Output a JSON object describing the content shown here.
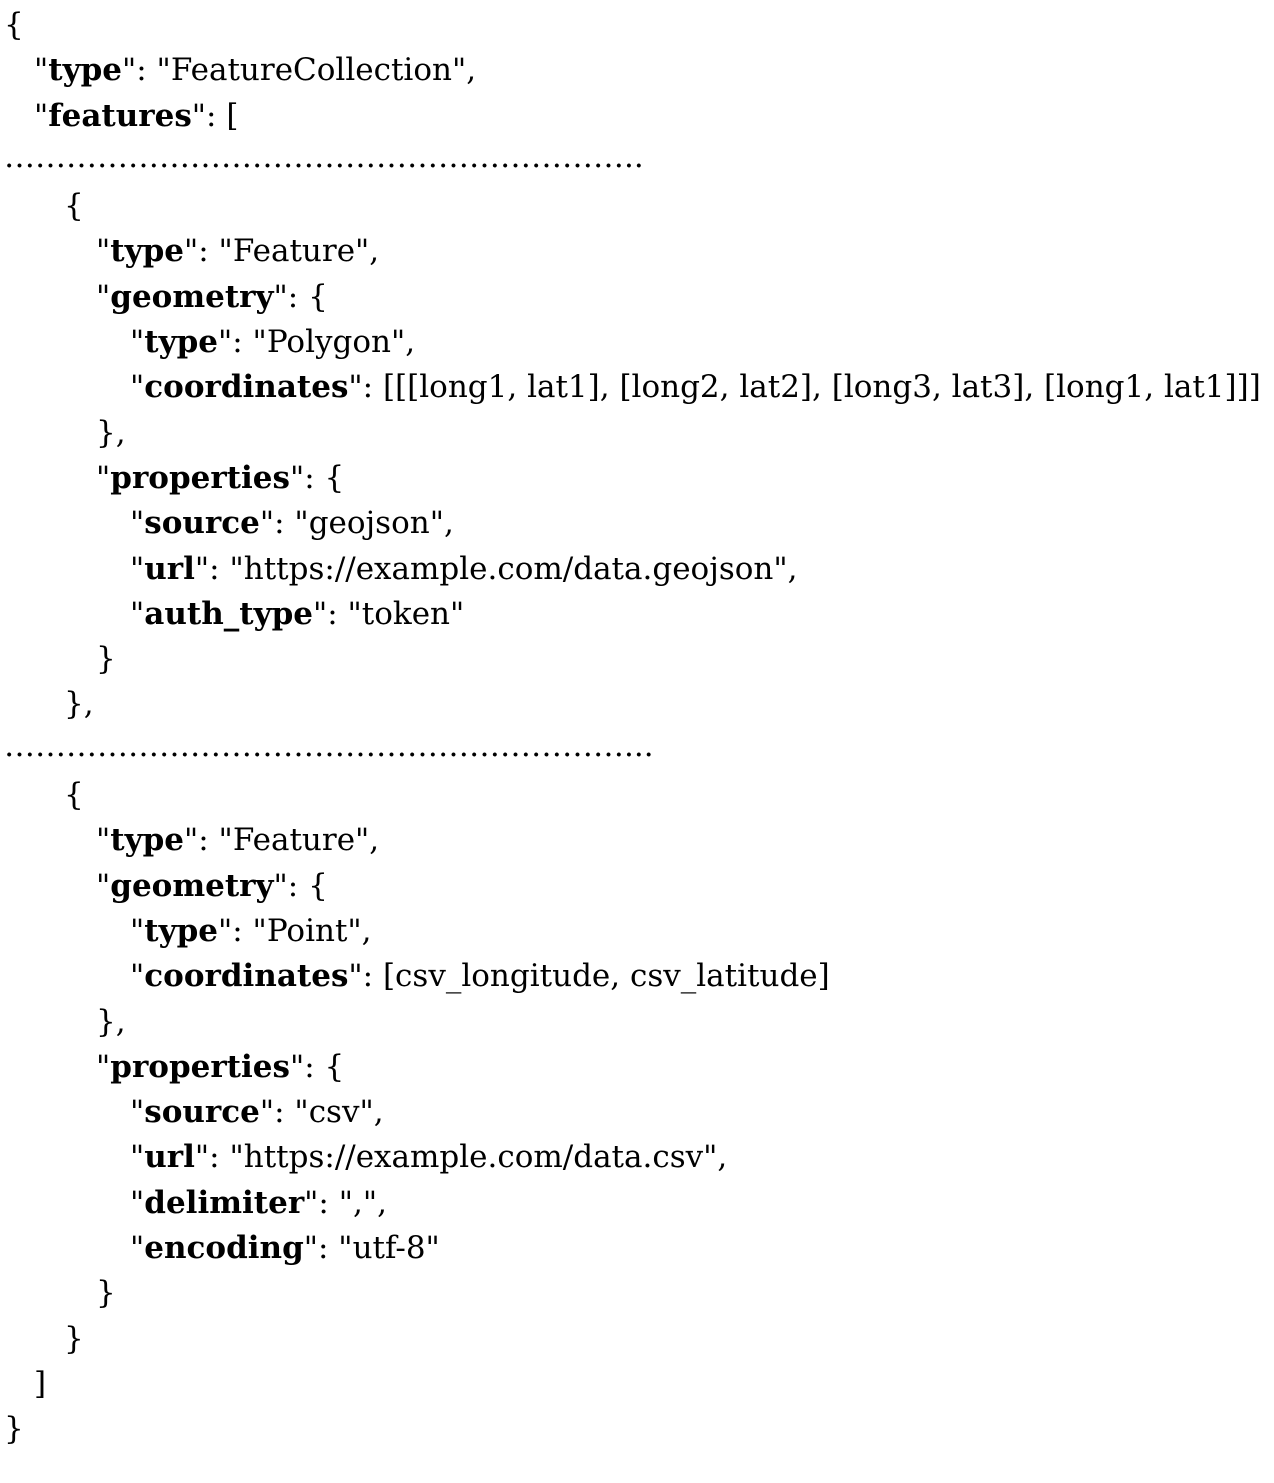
{
  "lines": [
    {
      "indent": 0,
      "pre": "{"
    },
    {
      "indent": 1,
      "pre": "\"",
      "key": "type",
      "post": "\": \"FeatureCollection\","
    },
    {
      "indent": 1,
      "pre": "\"",
      "key": "features",
      "post": "\": ["
    },
    {
      "indent": 0,
      "pre": "……………………………………………………..",
      "dots": true
    },
    {
      "indent": 2,
      "pre": "{"
    },
    {
      "indent": 3,
      "pre": "\"",
      "key": "type",
      "post": "\": \"Feature\","
    },
    {
      "indent": 3,
      "pre": "\"",
      "key": "geometry",
      "post": "\": {"
    },
    {
      "indent": 4,
      "pre": "\"",
      "key": "type",
      "post": "\": \"Polygon\","
    },
    {
      "indent": 4,
      "pre": "\"",
      "key": "coordinates",
      "post": "\": [[[long1, lat1], [long2, lat2], [long3, lat3], [long1, lat1]]]"
    },
    {
      "indent": 3,
      "pre": "},"
    },
    {
      "indent": 3,
      "pre": "\"",
      "key": "properties",
      "post": "\": {"
    },
    {
      "indent": 4,
      "pre": "\"",
      "key": "source",
      "post": "\": \"geojson\","
    },
    {
      "indent": 4,
      "pre": "\"",
      "key": "url",
      "post": "\": \"https://example.com/data.geojson\","
    },
    {
      "indent": 4,
      "pre": "\"",
      "key": "auth_type",
      "post": "\": \"token\""
    },
    {
      "indent": 3,
      "pre": "}"
    },
    {
      "indent": 2,
      "pre": "},"
    },
    {
      "indent": 0,
      "pre": "……………………………………………………...",
      "dots": true
    },
    {
      "indent": 2,
      "pre": "{"
    },
    {
      "indent": 3,
      "pre": "\"",
      "key": "type",
      "post": "\": \"Feature\","
    },
    {
      "indent": 3,
      "pre": "\"",
      "key": "geometry",
      "post": "\": {"
    },
    {
      "indent": 4,
      "pre": "\"",
      "key": "type",
      "post": "\": \"Point\","
    },
    {
      "indent": 4,
      "pre": "\"",
      "key": "coordinates",
      "post": "\": [csv_longitude, csv_latitude]"
    },
    {
      "indent": 3,
      "pre": "},"
    },
    {
      "indent": 3,
      "pre": "\"",
      "key": "properties",
      "post": "\": {"
    },
    {
      "indent": 4,
      "pre": "\"",
      "key": "source",
      "post": "\": \"csv\","
    },
    {
      "indent": 4,
      "pre": "\"",
      "key": "url",
      "post": "\": \"https://example.com/data.csv\","
    },
    {
      "indent": 4,
      "pre": "\"",
      "key": "delimiter",
      "post": "\": \",\","
    },
    {
      "indent": 4,
      "pre": "\"",
      "key": "encoding",
      "post": "\": \"utf-8\""
    },
    {
      "indent": 3,
      "pre": "}"
    },
    {
      "indent": 2,
      "pre": "}"
    },
    {
      "indent": 1,
      "pre": "]"
    },
    {
      "indent": 0,
      "pre": "}"
    }
  ]
}
